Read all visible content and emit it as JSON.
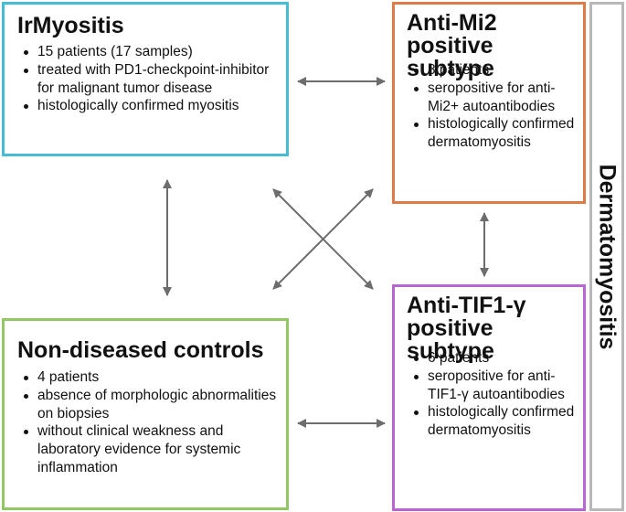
{
  "irmyositis": {
    "title": "IrMyositis",
    "items": [
      "15 patients (17 samples)",
      "treated with PD1-checkpoint-inhibitor for malignant tumor disease",
      "histologically confirmed myositis"
    ]
  },
  "anti_mi2": {
    "title_line1": "Anti-Mi2",
    "title_line2": "positive subtype",
    "items": [
      "8 patients",
      "seropositive for anti-Mi2+ autoantibodies",
      "histologically confirmed dermatomyositis"
    ]
  },
  "anti_tif1": {
    "title_line1": "Anti-TIF1-γ",
    "title_line2": "positive subtype",
    "items": [
      "6 patients",
      "seropositive for anti-TIF1-γ autoantibodies",
      "histologically confirmed dermatomyositis"
    ]
  },
  "controls": {
    "title": "Non-diseased controls",
    "items": [
      "4 patients",
      "absence of morphologic abnormalities on biopsies",
      "without clinical weakness and laboratory evidence for systemic inflammation"
    ]
  },
  "side_label": "Dermatomyositis",
  "colors": {
    "irmyositis": "#45bdd2",
    "anti_mi2": "#e07a47",
    "anti_tif1": "#b866d4",
    "controls": "#92c764",
    "side_panel": "#b8b8b8",
    "arrow": "#6d6d6d"
  }
}
